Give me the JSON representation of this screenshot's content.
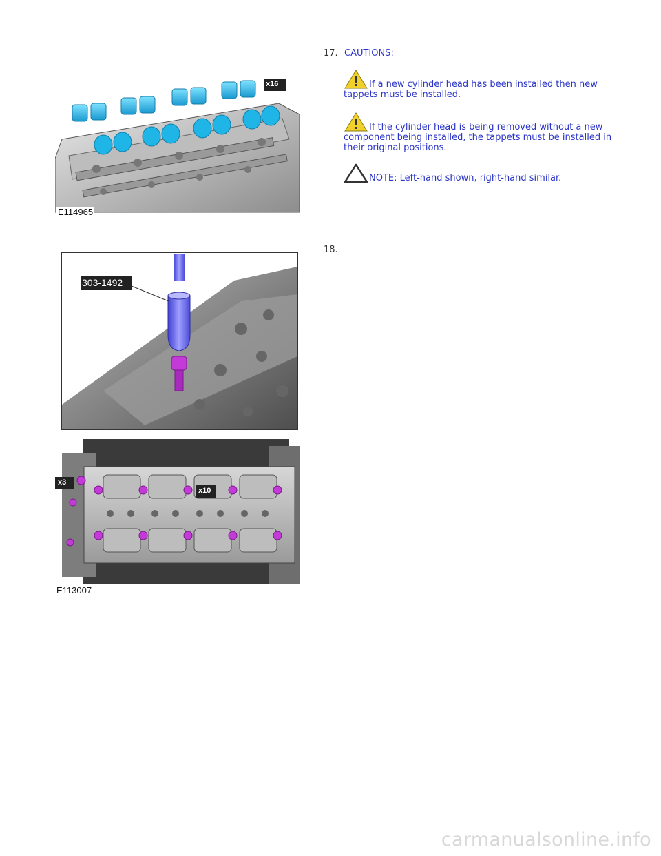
{
  "steps": [
    {
      "number": "17.",
      "cautions_heading": "CAUTIONS:",
      "cautions": [
        "If a new cylinder head has been installed then new tappets must be installed.",
        "If the cylinder head is being removed without a new component being installed, the tappets must be installed in their original positions."
      ],
      "note": "NOTE: Left-hand shown, right-hand similar.",
      "figure": {
        "code": "E114965",
        "callout": "x16"
      }
    },
    {
      "number": "18.",
      "figures": [
        {
          "tool_label": "303-1492"
        },
        {
          "code": "E113007",
          "callouts": [
            "x3",
            "x10"
          ]
        }
      ]
    }
  ],
  "icons": {
    "caution": "warning-triangle-icon",
    "note": "note-triangle-icon"
  },
  "colors": {
    "text_blue": "#2b35c8",
    "tappet_cyan": "#1fb5e6",
    "tool_blue": "#6b6cf0",
    "bolt_magenta": "#c23bd6"
  },
  "watermark": "carmanualsonline.info"
}
